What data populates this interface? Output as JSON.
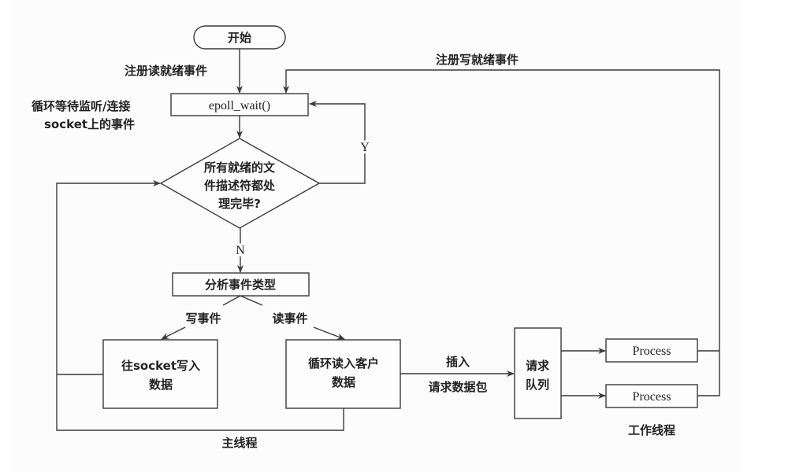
{
  "diagram": {
    "nodes": {
      "start": "开始",
      "epoll_wait": "epoll_wait()",
      "decision": [
        "所有就绪的文",
        "件描述符都处",
        "理完毕?"
      ],
      "analyze": "分析事件类型",
      "write_box": [
        "往socket写入",
        "数据"
      ],
      "read_box": [
        "循环读入客户",
        "数据"
      ],
      "queue": [
        "请求",
        "队列"
      ],
      "process_1": "Process",
      "process_2": "Process"
    },
    "labels": {
      "register_read": "注册读就绪事件",
      "register_write": "注册写就绪事件",
      "loop_wait": [
        "循环等待监听/连接",
        "socket上的事件"
      ],
      "yes": "Y",
      "no": "N",
      "write_event": "写事件",
      "read_event": "读事件",
      "insert": [
        "插入",
        "请求数据包"
      ],
      "main_thread": "主线程",
      "worker_threads": "工作线程"
    }
  }
}
